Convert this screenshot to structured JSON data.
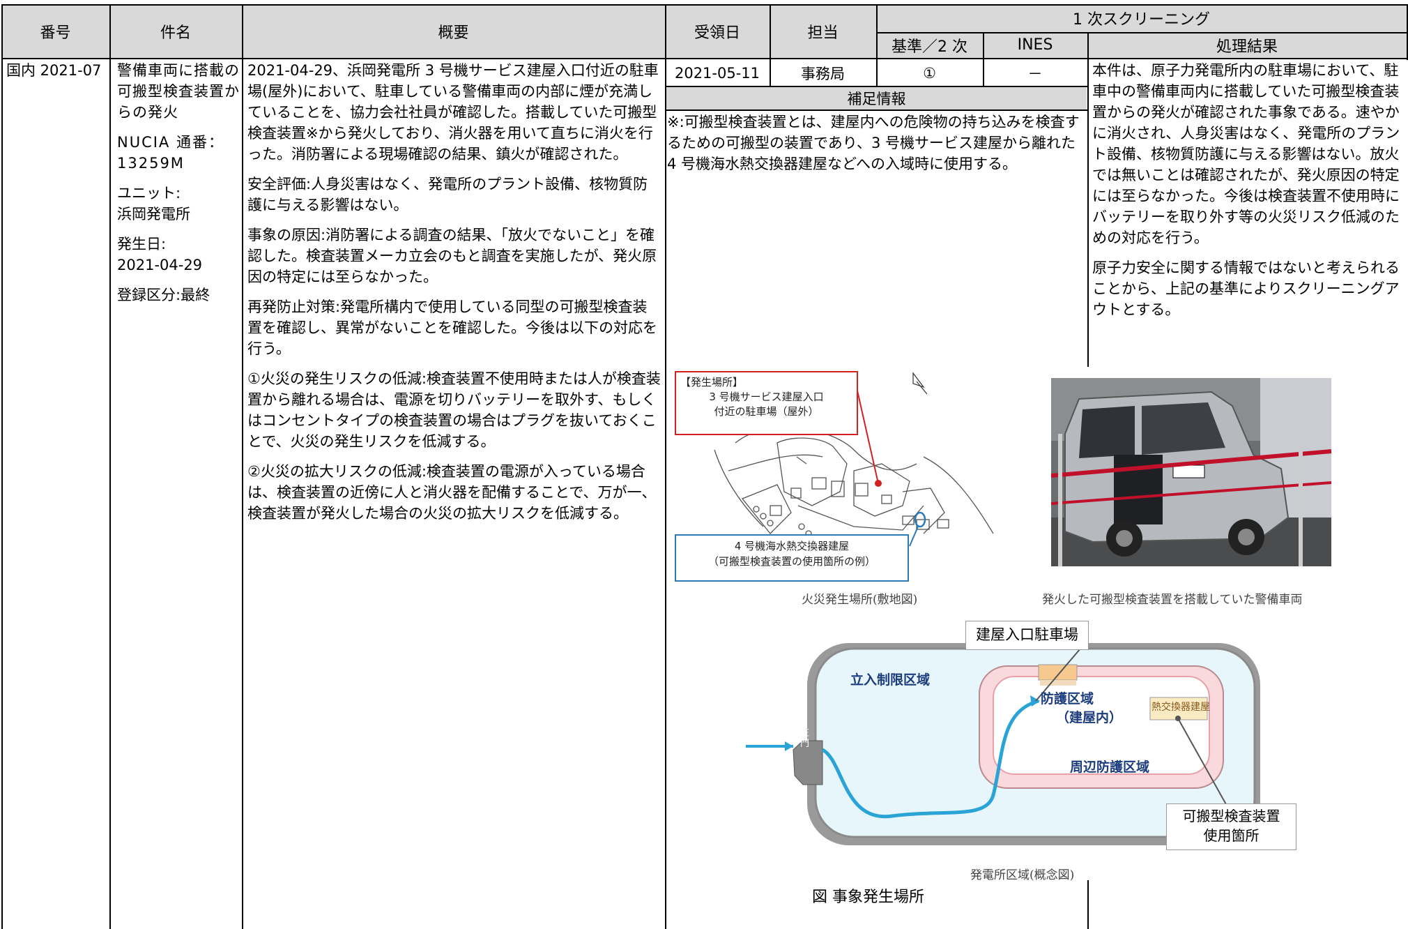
{
  "headers": {
    "number": "番号",
    "title": "件名",
    "summary": "概要",
    "received": "受領日",
    "assignee": "担当",
    "screening": "1 次スクリーニング",
    "criteria": "基準／2 次",
    "ines": "INES",
    "result": "処理結果"
  },
  "row": {
    "number": "国内 2021-07",
    "title_lines": [
      "警備車両に搭載の可搬型検査装置からの発火"
    ],
    "nucia": "NUCIA 通番：13259M",
    "unit_label": "ユニット:",
    "unit": "浜岡発電所",
    "date_label": "発生日:",
    "date": "2021-04-29",
    "category": "登録区分:最終",
    "summary_paragraphs": [
      "2021-04-29、浜岡発電所 3 号機サービス建屋入口付近の駐車場(屋外)において、駐車している警備車両の内部に煙が充満していることを、協力会社社員が確認した。搭載していた可搬型検査装置※から発火しており、消火器を用いて直ちに消火を行った。消防署による現場確認の結果、鎮火が確認された。",
      "安全評価:人身災害はなく、発電所のプラント設備、核物質防護に与える影響はない。",
      "事象の原因:消防署による調査の結果、「放火でないこと」を確認した。検査装置メーカ立会のもと調査を実施したが、発火原因の特定には至らなかった。",
      "再発防止対策:発電所構内で使用している同型の可搬型検査装置を確認し、異常がないことを確認した。今後は以下の対応を行う。",
      "①火災の発生リスクの低減:検査装置不使用時または人が検査装置から離れる場合は、電源を切りバッテリーを取外す、もしくはコンセントタイプの検査装置の場合はプラグを抜いておくことで、火災の発生リスクを低減する。",
      "②火災の拡大リスクの低減:検査装置の電源が入っている場合は、検査装置の近傍に人と消火器を配備することで、万が一、検査装置が発火した場合の火災の拡大リスクを低減する。"
    ],
    "received": "2021-05-11",
    "assignee": "事務局",
    "criteria": "①",
    "ines": "－",
    "supplement_header": "補足情報",
    "supplement": "※:可搬型検査装置とは、建屋内への危険物の持ち込みを検査するための可搬型の装置であり、3 号機サービス建屋から離れた 4 号機海水熱交換器建屋などへの入域時に使用する。",
    "result_paragraphs": [
      "本件は、原子力発電所内の駐車場において、駐車中の警備車両内に搭載していた可搬型検査装置からの発火が確認された事象である。速やかに消火され、人身災害はなく、発電所のプラント設備、核物質防護に与える影響はない。放火では無いことは確認されたが、発火原因の特定には至らなかった。今後は検査装置不使用時にバッテリーを取り外す等の火災リスク低減のための対応を行う。",
      "原子力安全に関する情報ではないと考えられることから、上記の基準によりスクリーニングアウトとする。"
    ]
  },
  "figures": {
    "map_callout_red": [
      "【発生場所】",
      "3 号機サービス建屋入口",
      "付近の駐車場（屋外）"
    ],
    "map_callout_blue": [
      "4 号機海水熱交換器建屋",
      "（可搬型検査装置の使用箇所の例）"
    ],
    "map_caption": "火災発生場所(敷地図)",
    "photo_caption": "発火した可搬型検査装置を搭載していた警備車両",
    "diagram_labels": {
      "parking": "建屋入口駐車場",
      "restricted": "立入制限区域",
      "protected": "防護区域",
      "protected_sub": "（建屋内）",
      "hx": "熱交換器建屋",
      "perimeter": "周辺防護区域",
      "gate": "正門",
      "device": [
        "可搬型検査装置",
        "使用箇所"
      ]
    },
    "diagram_caption": "発電所区域(概念図)",
    "figure_title": "図  事象発生場所"
  },
  "colors": {
    "header_bg": "#d9d9d9",
    "red_callout": "#d42020",
    "blue_callout": "#2a7ab8"
  }
}
